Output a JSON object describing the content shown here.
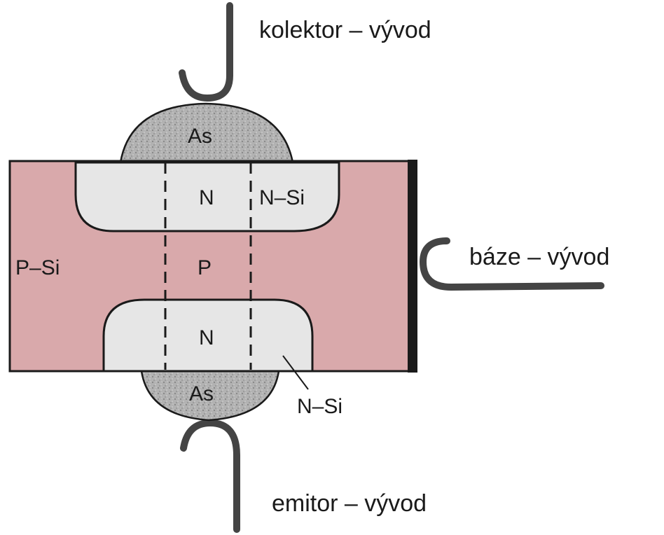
{
  "terminals": {
    "collector": "kolektor – vývod",
    "base": "báze – vývod",
    "emitter": "emitor – vývod"
  },
  "regions": {
    "substrate": "P–Si",
    "collector_zone": "N",
    "base_zone": "P",
    "emitter_zone": "N",
    "collector_doped": "N–Si",
    "emitter_doped": "N–Si"
  },
  "contacts": {
    "top": "As",
    "bottom": "As"
  },
  "colors": {
    "p_silicon": "#d9a9ab",
    "n_region": "#e6e6e6",
    "arsenic_contact": "#a8a8a8",
    "lead": "#444444",
    "outline": "#1a1a1a"
  }
}
